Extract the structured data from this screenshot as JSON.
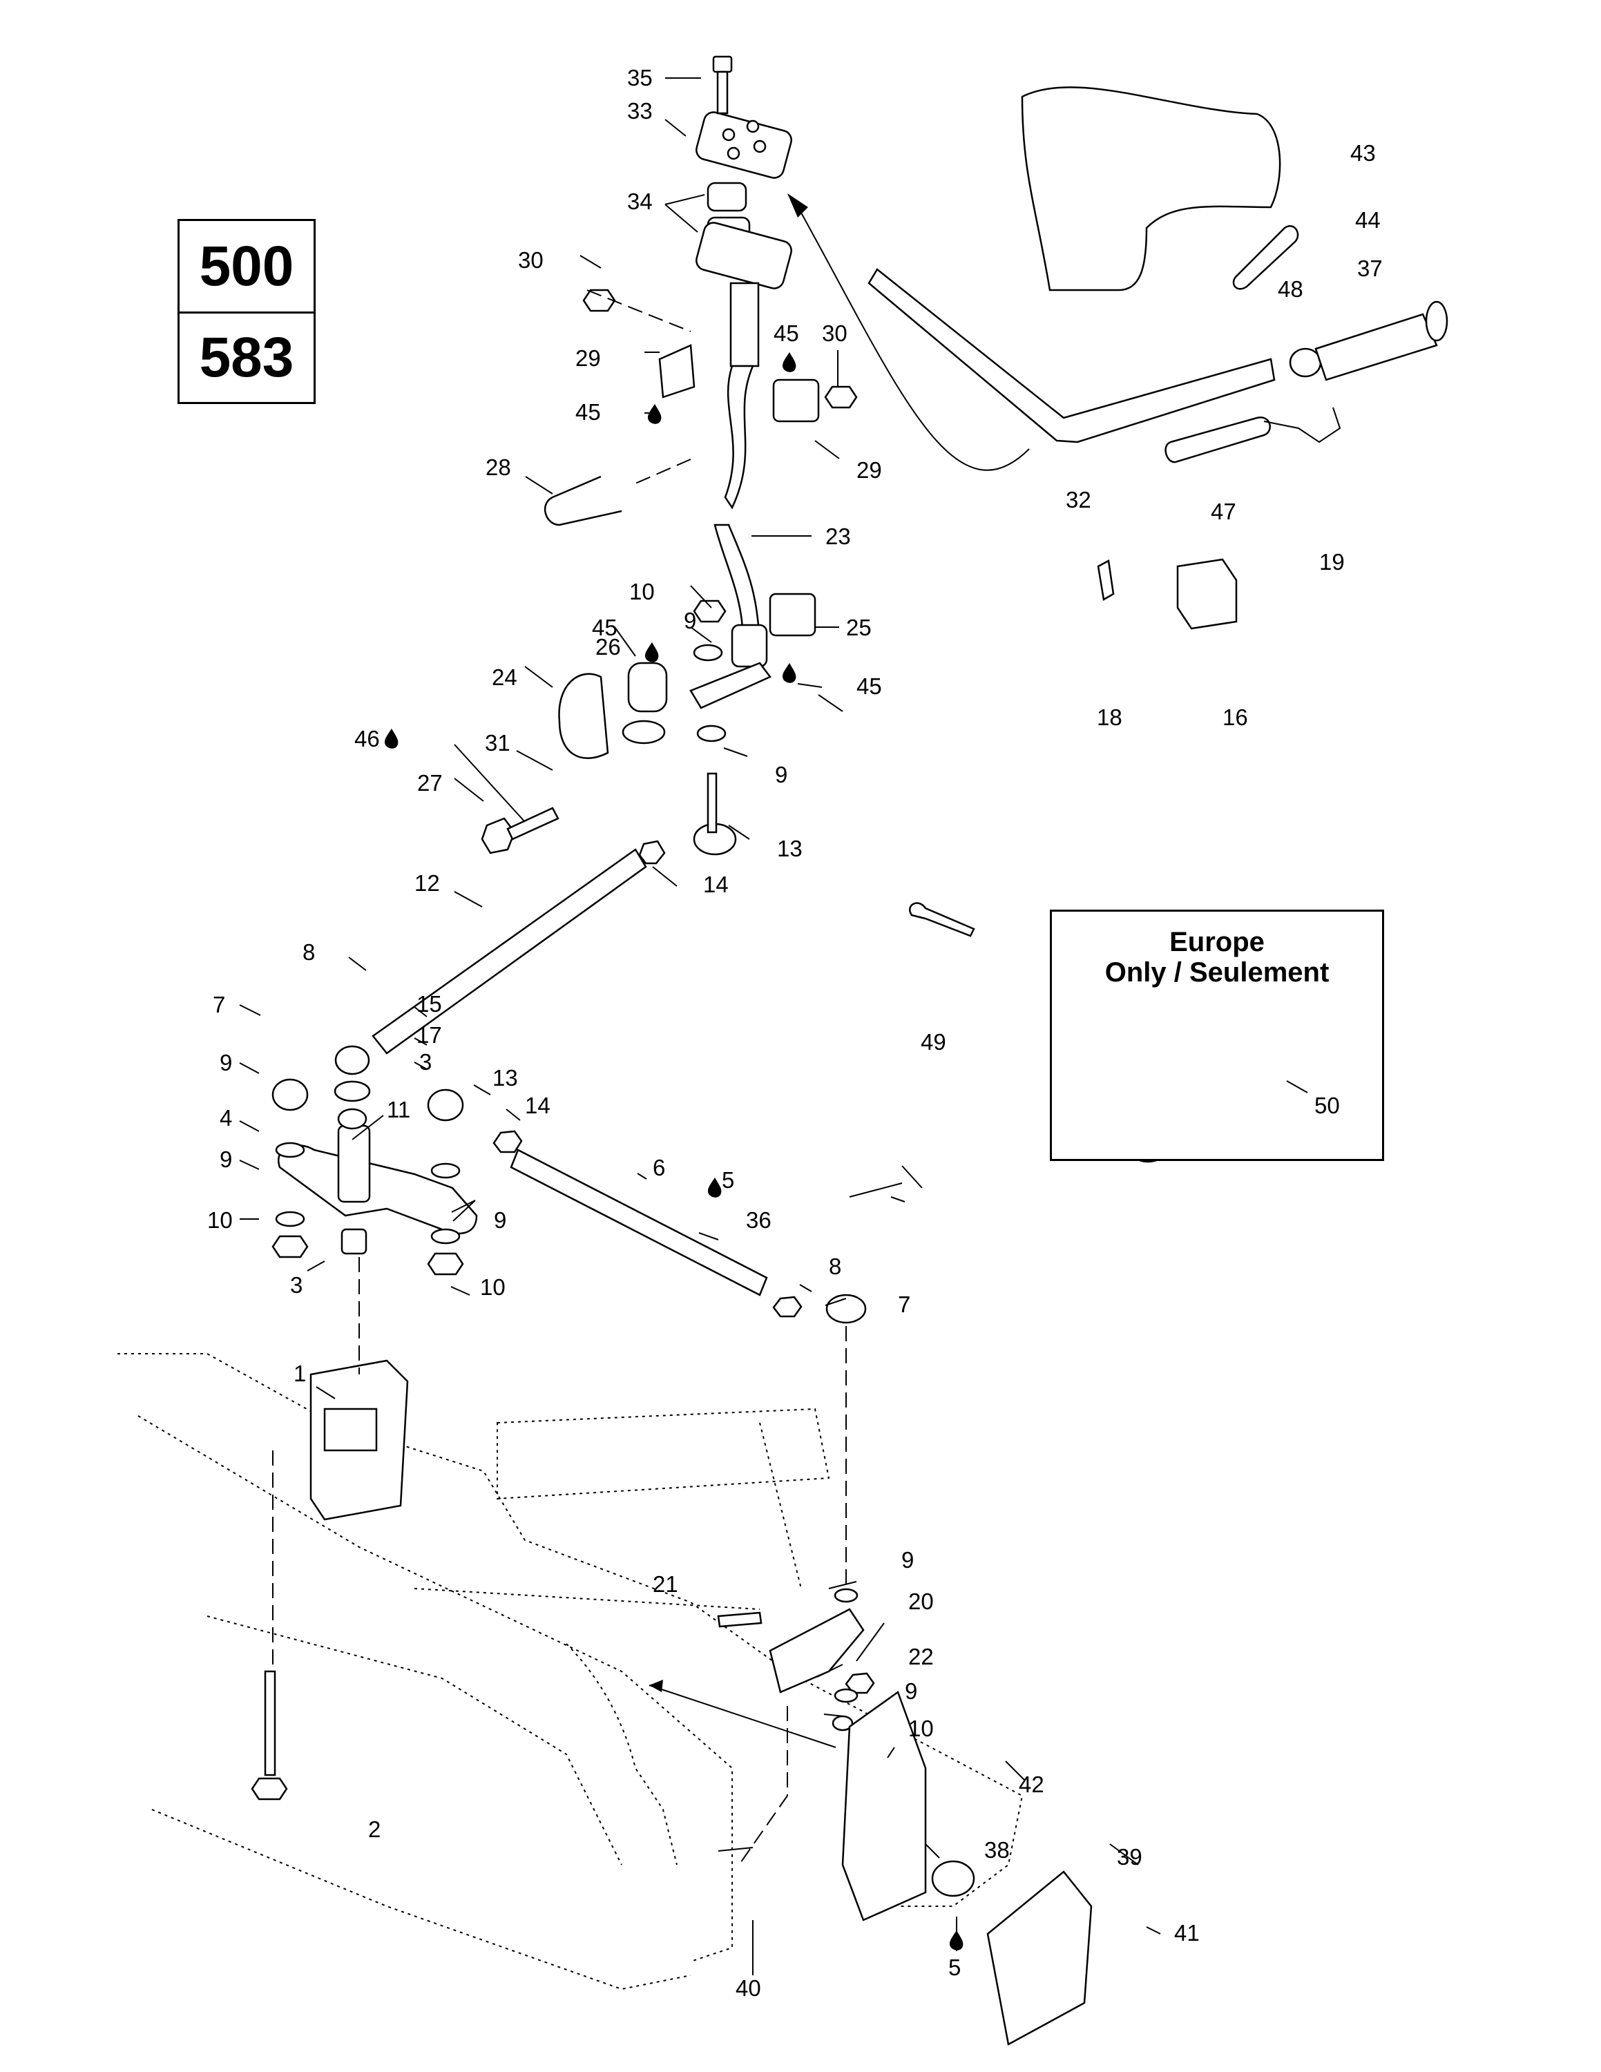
{
  "diagram": {
    "title": "Steering system exploded parts diagram",
    "model_codes": [
      "500",
      "583"
    ],
    "inset": {
      "title_line1": "Europe",
      "title_line2": "Only / Seulement",
      "part": "50"
    },
    "callouts": [
      {
        "id": "c35",
        "text": "35"
      },
      {
        "id": "c33",
        "text": "33"
      },
      {
        "id": "c34",
        "text": "34"
      },
      {
        "id": "c30a",
        "text": "30"
      },
      {
        "id": "c30b",
        "text": "30"
      },
      {
        "id": "c29a",
        "text": "29"
      },
      {
        "id": "c45a",
        "text": "45"
      },
      {
        "id": "c45b",
        "text": "45"
      },
      {
        "id": "c29b",
        "text": "29"
      },
      {
        "id": "c28",
        "text": "28"
      },
      {
        "id": "c23",
        "text": "23"
      },
      {
        "id": "c10a",
        "text": "10"
      },
      {
        "id": "c9a",
        "text": "9"
      },
      {
        "id": "c25",
        "text": "25"
      },
      {
        "id": "c45c",
        "text": "45"
      },
      {
        "id": "c26",
        "text": "26"
      },
      {
        "id": "c45d",
        "text": "45"
      },
      {
        "id": "c24",
        "text": "24"
      },
      {
        "id": "c46",
        "text": "46"
      },
      {
        "id": "c31",
        "text": "31"
      },
      {
        "id": "c27",
        "text": "27"
      },
      {
        "id": "c9b",
        "text": "9"
      },
      {
        "id": "c13a",
        "text": "13"
      },
      {
        "id": "c14a",
        "text": "14"
      },
      {
        "id": "c12",
        "text": "12"
      },
      {
        "id": "c8a",
        "text": "8"
      },
      {
        "id": "c15",
        "text": "15"
      },
      {
        "id": "c7a",
        "text": "7"
      },
      {
        "id": "c17",
        "text": "17"
      },
      {
        "id": "c9c",
        "text": "9"
      },
      {
        "id": "c3a",
        "text": "3"
      },
      {
        "id": "c13b",
        "text": "13"
      },
      {
        "id": "c14b",
        "text": "14"
      },
      {
        "id": "c11",
        "text": "11"
      },
      {
        "id": "c4",
        "text": "4"
      },
      {
        "id": "c9d",
        "text": "9"
      },
      {
        "id": "c6",
        "text": "6"
      },
      {
        "id": "c5a",
        "text": "5"
      },
      {
        "id": "c10b",
        "text": "10"
      },
      {
        "id": "c9e",
        "text": "9"
      },
      {
        "id": "c36",
        "text": "36"
      },
      {
        "id": "c3b",
        "text": "3"
      },
      {
        "id": "c10c",
        "text": "10"
      },
      {
        "id": "c8b",
        "text": "8"
      },
      {
        "id": "c7b",
        "text": "7"
      },
      {
        "id": "c1",
        "text": "1"
      },
      {
        "id": "c43",
        "text": "43"
      },
      {
        "id": "c44",
        "text": "44"
      },
      {
        "id": "c37",
        "text": "37"
      },
      {
        "id": "c48",
        "text": "48"
      },
      {
        "id": "c32",
        "text": "32"
      },
      {
        "id": "c47",
        "text": "47"
      },
      {
        "id": "c19",
        "text": "19"
      },
      {
        "id": "c18",
        "text": "18"
      },
      {
        "id": "c16",
        "text": "16"
      },
      {
        "id": "c49",
        "text": "49"
      },
      {
        "id": "c9f",
        "text": "9"
      },
      {
        "id": "c21",
        "text": "21"
      },
      {
        "id": "c20",
        "text": "20"
      },
      {
        "id": "c22",
        "text": "22"
      },
      {
        "id": "c9g",
        "text": "9"
      },
      {
        "id": "c10d",
        "text": "10"
      },
      {
        "id": "c42",
        "text": "42"
      },
      {
        "id": "c2",
        "text": "2"
      },
      {
        "id": "c38",
        "text": "38"
      },
      {
        "id": "c39",
        "text": "39"
      },
      {
        "id": "c41",
        "text": "41"
      },
      {
        "id": "c40",
        "text": "40"
      },
      {
        "id": "c5b",
        "text": "5"
      }
    ]
  }
}
